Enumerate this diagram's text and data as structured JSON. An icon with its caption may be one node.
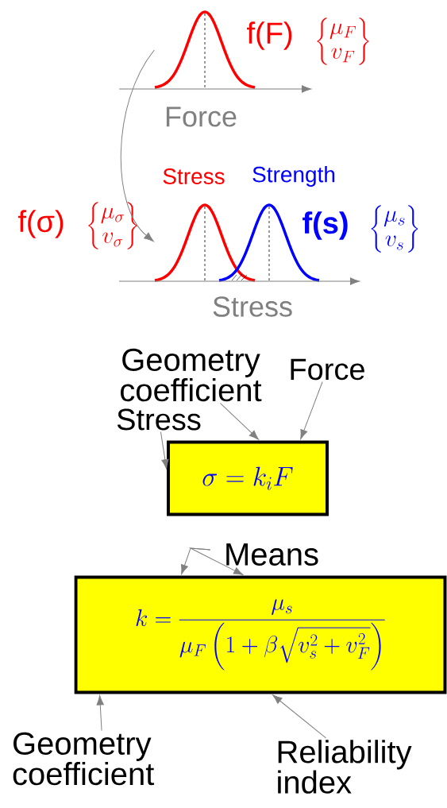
{
  "diagram": {
    "nodes": [
      {
        "text": [],
        "shape": "picture",
        "beside": [
          "f(F)",
          "\\begin{Bmatrix}\\mu_F\\\\ v_F\\end{Bmatrix}"
        ]
      },
      {
        "text": [],
        "shape": "picture",
        "beside": [
          "Stress",
          "Strength",
          "f(σ)",
          "\\begin{Bmatrix}\\mu_\\sigma\\\\ v_\\sigma\\end{Bmatrix}",
          "f(s)",
          "\\begin{Bmatrix}\\mu_s\\\\ v_s\\end{Bmatrix}"
        ]
      },
      {
        "text": [
          "Geometry coefficient"
        ]
      },
      {
        "text": [
          "Force"
        ]
      },
      {
        "text": [
          "Stress"
        ]
      },
      {
        "text": [
          "\\sigma = k_i F"
        ]
      },
      {
        "text": [
          "Means"
        ]
      },
      {
        "text": [
          "k = \\dfrac{\\mu_s}{\\mu_F\\left(1+\\beta\\sqrt{v_s^2+v_F^2}\\right)}"
        ]
      },
      {
        "text": [
          "Geometry coefficient"
        ]
      },
      {
        "text": [
          "Reliability index"
        ]
      }
    ],
    "edges": [
      {
        "from": 0,
        "to": 1,
        "arrow": "to"
      },
      {
        "from": 4,
        "to": 5,
        "arrow": "to"
      },
      {
        "from": 2,
        "to": 5,
        "arrow": "to"
      },
      {
        "from": 3,
        "to": 5,
        "arrow": "to"
      },
      {
        "from": 6,
        "to": 7,
        "arrow": "to"
      },
      {
        "from": 6,
        "to": 7,
        "arrow": "to"
      },
      {
        "from": 8,
        "to": 7,
        "arrow": "to"
      },
      {
        "from": 9,
        "to": 7,
        "arrow": "to"
      }
    ],
    "labels": [
      "Force",
      "Stress"
    ]
  }
}
